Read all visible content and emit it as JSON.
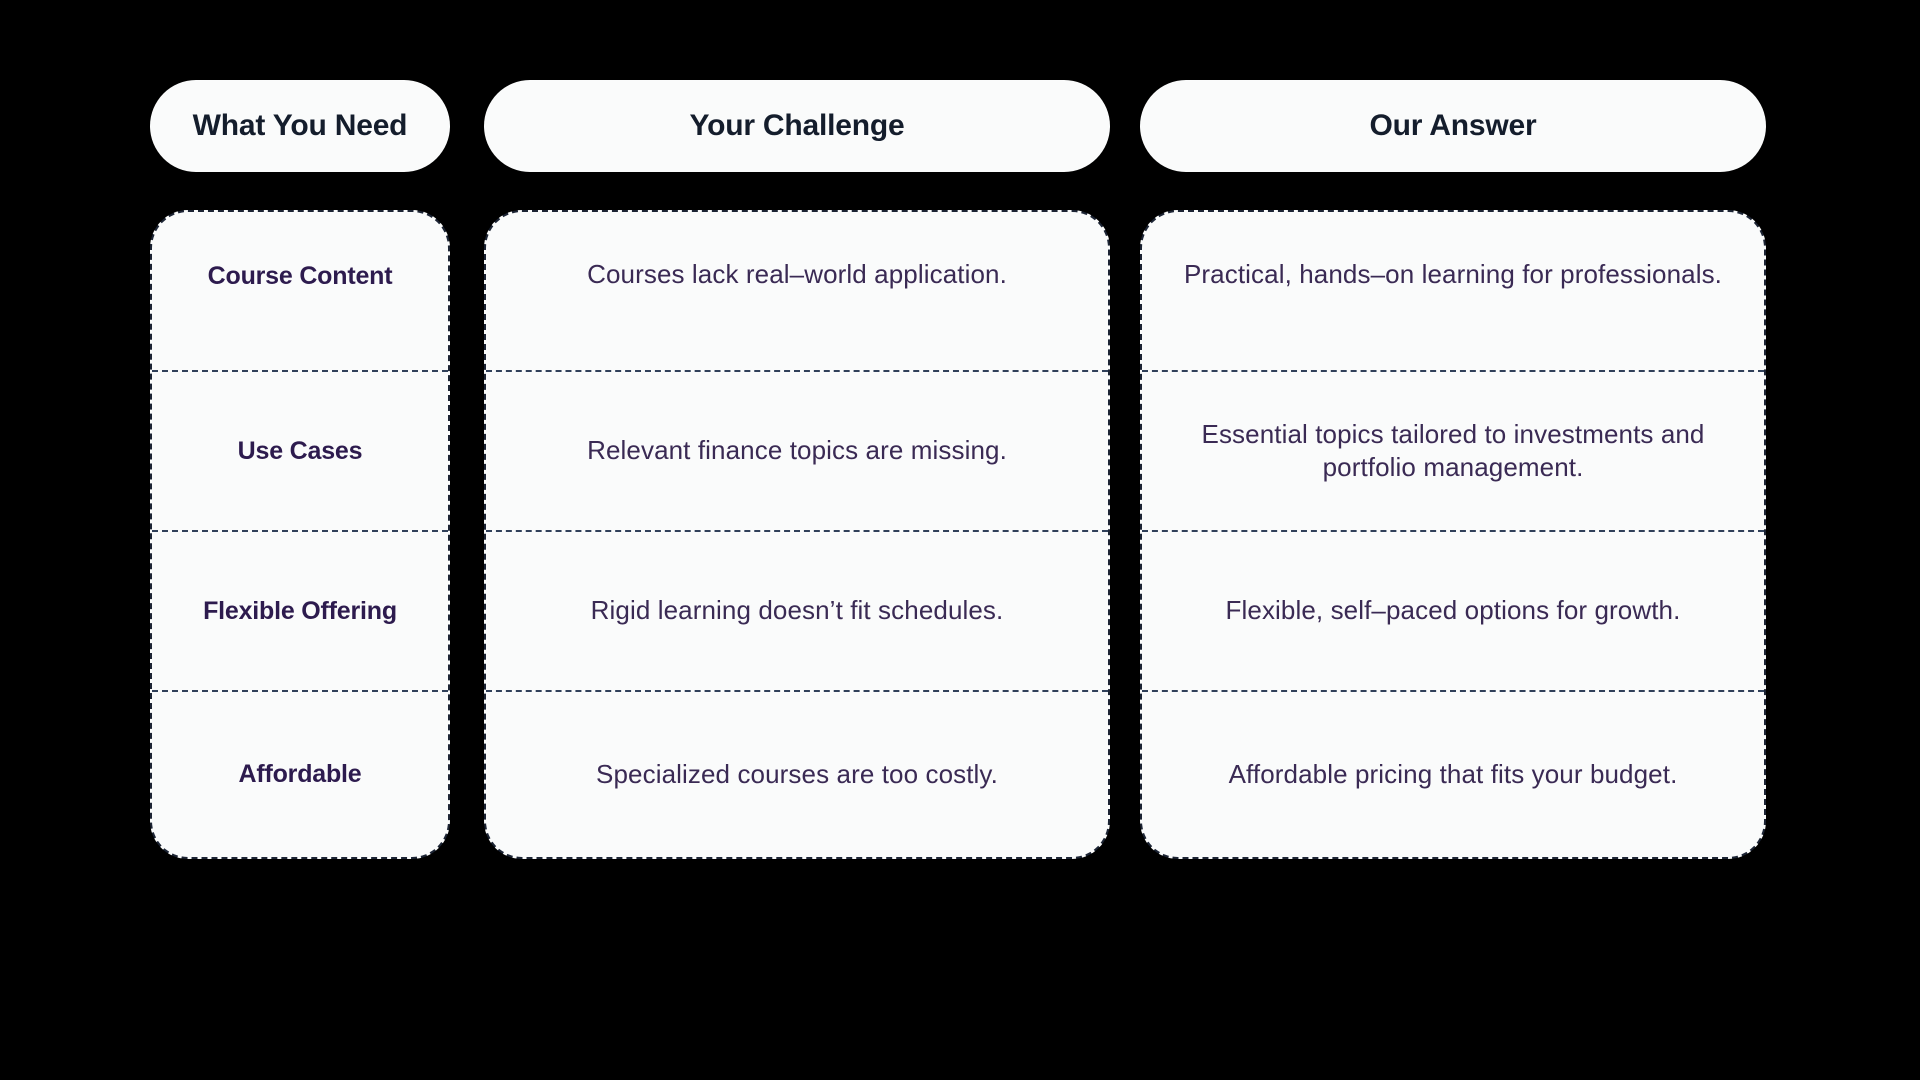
{
  "canvas": {
    "background": "#000000",
    "card_background": "#fafbfb",
    "header_text_color": "#141d2c",
    "need_text_color": "#2d1b4e",
    "body_text_color": "#3a2a54",
    "border_color": "#1c2434",
    "divider_color": "#30405a"
  },
  "chart_data": {
    "type": "table",
    "title": "",
    "columns": [
      "What You Need",
      "Your Challenge",
      "Our Answer"
    ],
    "rows": [
      {
        "need": "Course Content",
        "challenge": "Courses lack real–world application.",
        "answer": "Practical, hands–on learning for professionals."
      },
      {
        "need": "Use Cases",
        "challenge": "Relevant finance topics are missing.",
        "answer": "Essential topics tailored to investments and portfolio management."
      },
      {
        "need": "Flexible Offering",
        "challenge": "Rigid learning doesn’t fit schedules.",
        "answer": "Flexible, self–paced options for growth."
      },
      {
        "need": "Affordable",
        "challenge": "Specialized courses are too costly.",
        "answer": "Affordable pricing that fits your budget."
      }
    ]
  },
  "columns": {
    "need": {
      "header": "What You Need",
      "cells": [
        "Course Content",
        "Use Cases",
        "Flexible Offering",
        "Affordable"
      ]
    },
    "challenge": {
      "header": "Your Challenge",
      "cells": [
        "Courses lack real–world application.",
        "Relevant finance topics are missing.",
        "Rigid learning doesn’t fit schedules.",
        "Specialized courses are too costly."
      ]
    },
    "answer": {
      "header": "Our Answer",
      "cells": [
        "Practical, hands–on learning for professionals.",
        "Essential topics tailored to investments and portfolio management.",
        "Flexible, self–paced options for growth.",
        "Affordable pricing that fits your budget."
      ]
    }
  }
}
